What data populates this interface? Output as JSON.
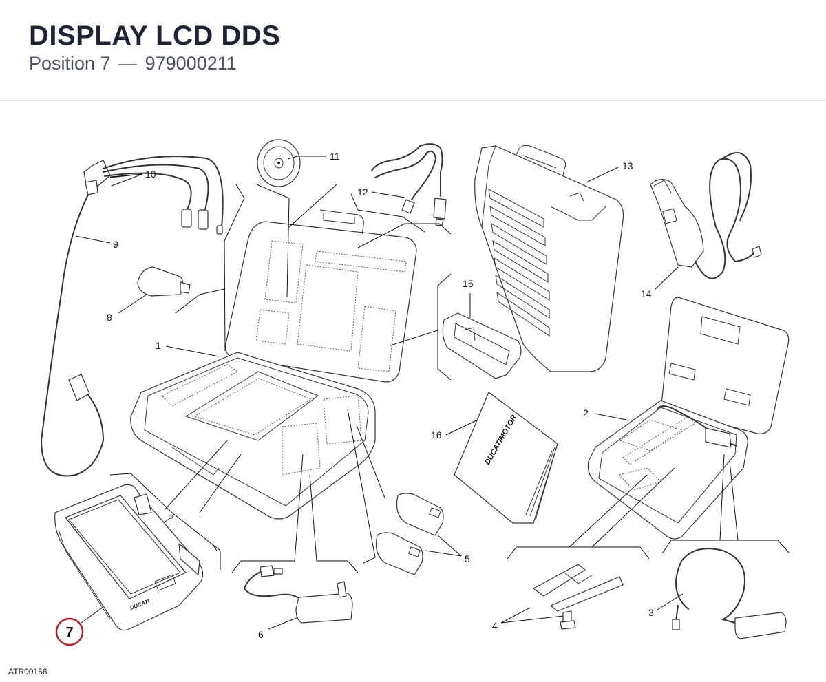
{
  "header": {
    "title": "DISPLAY LCD DDS",
    "position_label": "Position 7",
    "separator": "—",
    "part_number": "979000211"
  },
  "diagram": {
    "callouts": [
      "1",
      "2",
      "3",
      "4",
      "5",
      "6",
      "7",
      "8",
      "9",
      "10",
      "11",
      "12",
      "13",
      "14",
      "15",
      "16"
    ],
    "highlighted_position": "7",
    "highlight_color": "#c4161c",
    "brand_text": "DUCATIMOTOR",
    "display_brand": "DUCATI",
    "code": "ATR00156"
  }
}
